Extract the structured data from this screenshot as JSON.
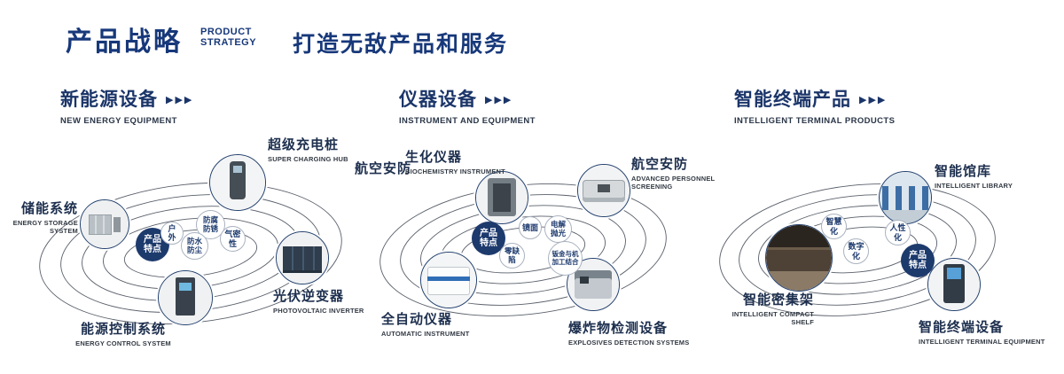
{
  "header": {
    "title": "产品战略",
    "subtitle_line1": "PRODUCT",
    "subtitle_line2": "STRATEGY",
    "tagline": "打造无敌产品和服务"
  },
  "colors": {
    "navy": "#17387a",
    "label": "#1d2f4e",
    "orbit": "#3c4350",
    "center_badge": "#1d3a6d"
  },
  "sections": [
    {
      "title": "新能源设备",
      "subtitle": "NEW ENERGY EQUIPMENT",
      "arrow_icon": "▶▶▶",
      "center_label": "产品特点",
      "features": [
        {
          "label": "户外"
        },
        {
          "label": "防腐防锈"
        },
        {
          "label": "气密性"
        },
        {
          "label": "防水防尘"
        }
      ],
      "products": [
        {
          "zh": "储能系统",
          "en": "ENERGY STORAGE SYSTEM",
          "icon": "energy-storage-cabinet"
        },
        {
          "zh": "超级充电桩",
          "en": "SUPER CHARGING HUB",
          "icon": "charging-pile"
        },
        {
          "zh": "光伏逆变器",
          "en": "PHOTOVOLTAIC INVERTER",
          "icon": "pv-inverter-cabinets"
        },
        {
          "zh": "能源控制系统",
          "en": "ENERGY CONTROL SYSTEM",
          "icon": "control-cabinet"
        }
      ]
    },
    {
      "title": "仪器设备",
      "subtitle": "INSTRUMENT AND EQUIPMENT",
      "arrow_icon": "▶▶▶",
      "extra_label": "航空安防",
      "center_label": "产品特点",
      "features": [
        {
          "label": "镜面"
        },
        {
          "label": "电解抛光"
        },
        {
          "label": "零缺陷"
        },
        {
          "label": "钣金与机加工结合"
        }
      ],
      "products": [
        {
          "zh": "生化仪器",
          "en": "BIOCHEMISTRY INSTRUMENT",
          "icon": "biochemistry-instrument"
        },
        {
          "zh": "航空安防",
          "en": "ADVANCED PERSONNEL SCREENING",
          "icon": "personnel-screening-machine"
        },
        {
          "zh": "全自动仪器",
          "en": "AUTOMATIC INSTRUMENT",
          "icon": "automatic-analyzer"
        },
        {
          "zh": "爆炸物检测设备",
          "en": "EXPLOSIVES DETECTION SYSTEMS",
          "icon": "explosives-detector"
        }
      ]
    },
    {
      "title": "智能终端产品",
      "subtitle": "INTELLIGENT TERMINAL PRODUCTS",
      "arrow_icon": "▶▶▶",
      "center_label": "产品特点",
      "features": [
        {
          "label": "智慧化"
        },
        {
          "label": "人性化"
        },
        {
          "label": "数字化"
        }
      ],
      "products": [
        {
          "zh": "智能馆库",
          "en": "INTELLIGENT LIBRARY",
          "icon": "intelligent-library-room"
        },
        {
          "zh": "智能密集架",
          "en": "INTELLIGENT COMPACT SHELF",
          "icon": "compact-shelf-room"
        },
        {
          "zh": "智能终端设备",
          "en": "INTELLIGENT TERMINAL EQUIPMENT",
          "icon": "terminal-kiosk"
        }
      ]
    }
  ]
}
